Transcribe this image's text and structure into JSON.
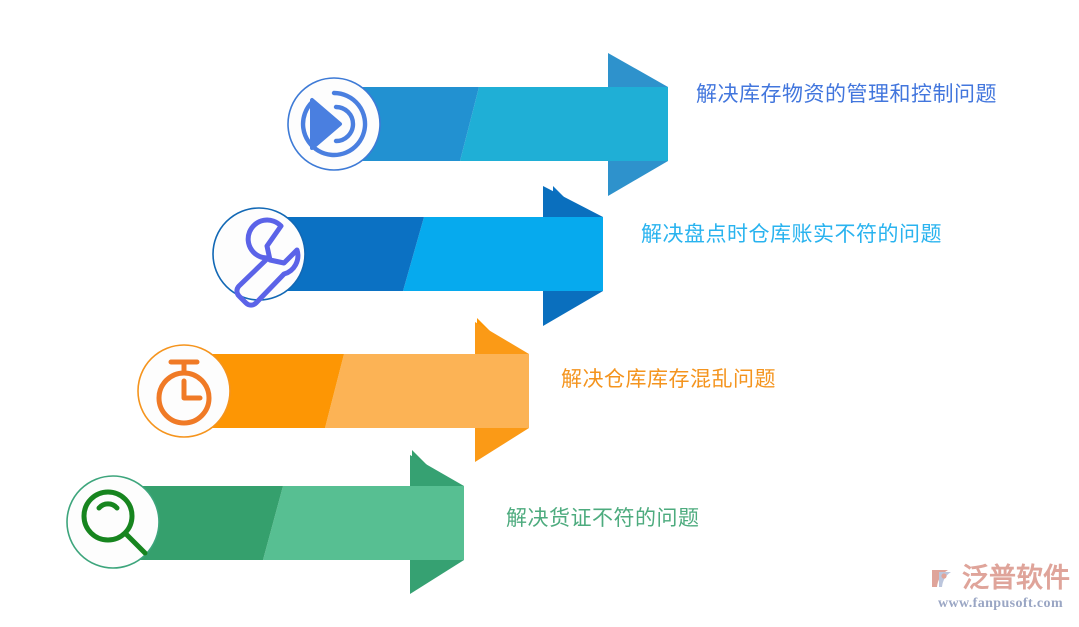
{
  "diagram": {
    "type": "process-arrows",
    "title": "",
    "orientation": "horizontal-staircase",
    "rows": [
      {
        "id": "row-1",
        "index": 1,
        "icon": "play-circle-icon",
        "icon_color": "#4a7fe0",
        "icon_ring_color": "#3d7ad6",
        "arrow_color_dark": "#2291d1",
        "arrow_color_light": "#1fafd6",
        "arrow_head_color": "#2e92cc",
        "text": "解决库存物资的管理和控制问题",
        "text_color": "#4276dd"
      },
      {
        "id": "row-2",
        "index": 2,
        "icon": "wrench-icon",
        "icon_color": "#5b63e8",
        "icon_ring_color": "#1268b5",
        "arrow_color_dark": "#0b71c3",
        "arrow_color_light": "#06aaee",
        "arrow_head_color": "#0a6fbe",
        "text": "解决盘点时仓库账实不符的问题",
        "text_color": "#29b3ef"
      },
      {
        "id": "row-3",
        "index": 3,
        "icon": "stopwatch-icon",
        "icon_color": "#f07a26",
        "icon_ring_color": "#f5941d",
        "arrow_color_dark": "#fd9604",
        "arrow_color_light": "#fcb355",
        "arrow_head_color": "#fb9a16",
        "text": "解决仓库库存混乱问题",
        "text_color": "#f4941e"
      },
      {
        "id": "row-4",
        "index": 4,
        "icon": "magnifier-icon",
        "icon_color": "#17851f",
        "icon_ring_color": "#3da57c",
        "arrow_color_dark": "#35a06d",
        "arrow_color_light": "#57bf92",
        "arrow_head_color": "#36a172",
        "text": "解决货证不符的问题",
        "text_color": "#4dab7e"
      }
    ]
  },
  "watermark": {
    "brand": "泛普软件",
    "url": "www.fanpusoft.com",
    "logo": "fanpu-logo-icon",
    "brand_color": "#dfa49a",
    "url_color": "#9aa6c4"
  }
}
